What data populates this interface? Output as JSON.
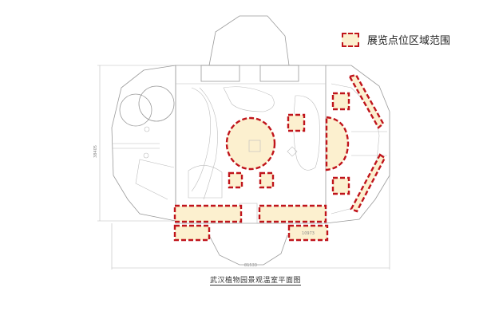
{
  "legend": {
    "label": "展览点位区域范围"
  },
  "title": "武汉植物园景观温室平面图",
  "dimensions": {
    "height": "38405",
    "width": "81533",
    "sub": "10973"
  },
  "colors": {
    "zone_fill": "#fcf0cf",
    "zone_border": "#c0141b",
    "line": "#9a9a9a"
  }
}
